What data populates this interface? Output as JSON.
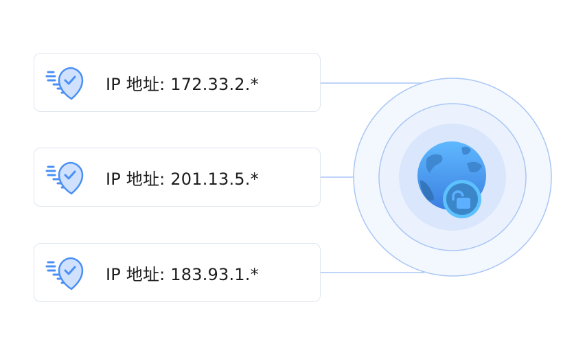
{
  "ip_entries": [
    {
      "label": "IP 地址: 172.33.2.*",
      "icon": "shield-pin-check-icon"
    },
    {
      "label": "IP 地址: 201.13.5.*",
      "icon": "shield-pin-check-icon"
    },
    {
      "label": "IP 地址: 183.93.1.*",
      "icon": "shield-pin-check-icon"
    }
  ],
  "center_icon": "globe-unlock-icon",
  "colors": {
    "accent": "#4a8ff5",
    "ring": "#a9c6f5",
    "ring_fill": "#f3f7fe",
    "inner_fill": "#d9e6fc",
    "card_border": "#dfe5ee"
  }
}
